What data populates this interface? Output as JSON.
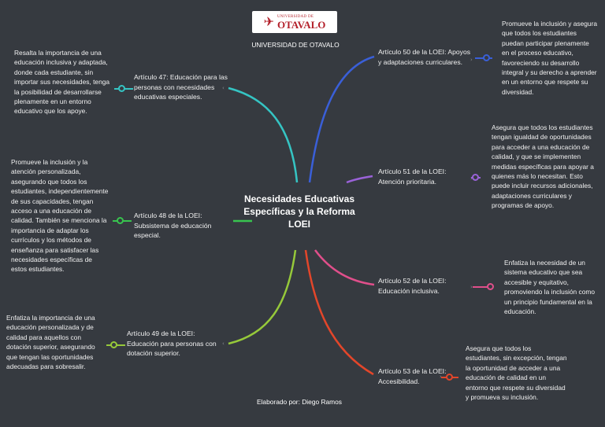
{
  "header": {
    "logo": {
      "small": "UNIVERSIDAD DE",
      "big": "OTAVALO"
    },
    "university": "UNIVERSIDAD DE OTAVALO"
  },
  "center": {
    "title": "Necesidades Educativas Específicas y la Reforma LOEI"
  },
  "credit": "Elaborado por: Diego Ramos",
  "branches": [
    {
      "color": "#35c4c3",
      "topic": "Artículo 47: Educación para las personas con necesidades educativas especiales.",
      "detail": "Resalta la importancia de una educación inclusiva y adaptada, donde cada estudiante, sin importar sus necesidades, tenga la posibilidad de desarrollarse plenamente en un entorno educativo que los apoye."
    },
    {
      "color": "#38c44f",
      "topic": "Artículo 48 de la LOEI: Subsistema de educación especial.",
      "detail": "Promueve la inclusión y la atención personalizada, asegurando que todos los estudiantes, independientemente de sus capacidades, tengan acceso a una educación de calidad. También se menciona la importancia de adaptar los currículos y los métodos de enseñanza para satisfacer las necesidades específicas de estos estudiantes."
    },
    {
      "color": "#96c93a",
      "topic": "Artículo 49 de la LOEI: Educación para personas con dotación superior.",
      "detail": "Enfatiza la importancia de una educación personalizada y de calidad para aquellos con dotación superior, asegurando que tengan las oportunidades adecuadas para sobresalir."
    },
    {
      "color": "#3a5fd8",
      "topic": "Artículo 50 de la LOEI: Apoyos y adaptaciones curriculares.",
      "detail": "Promueve la inclusión y asegura que todos los estudiantes puedan participar plenamente en el proceso educativo, favoreciendo su desarrollo integral y su derecho a aprender en un entorno que respete su diversidad."
    },
    {
      "color": "#9a62d8",
      "topic": "Artículo 51 de la LOEI: Atención prioritaria.",
      "detail": "Asegura que todos los estudiantes tengan igualdad de oportunidades para acceder a una educación de calidad, y que se implementen medidas específicas para apoyar a quienes más lo necesitan. Esto puede incluir recursos adicionales, adaptaciones curriculares y programas de apoyo."
    },
    {
      "color": "#e04f8b",
      "topic": "Artículo 52 de la LOEI: Educación inclusiva.",
      "detail": "Enfatiza la necesidad de un sistema educativo que sea accesible y equitativo, promoviendo la inclusión como un principio fundamental en la educación."
    },
    {
      "color": "#e3462a",
      "topic": "Artículo 53 de la LOEI: Accesibilidad.",
      "detail": "Asegura que todos los estudiantes, sin excepción, tengan la oportunidad de acceder a una educación de calidad en un entorno que respete su diversidad y promueva su inclusión."
    }
  ]
}
